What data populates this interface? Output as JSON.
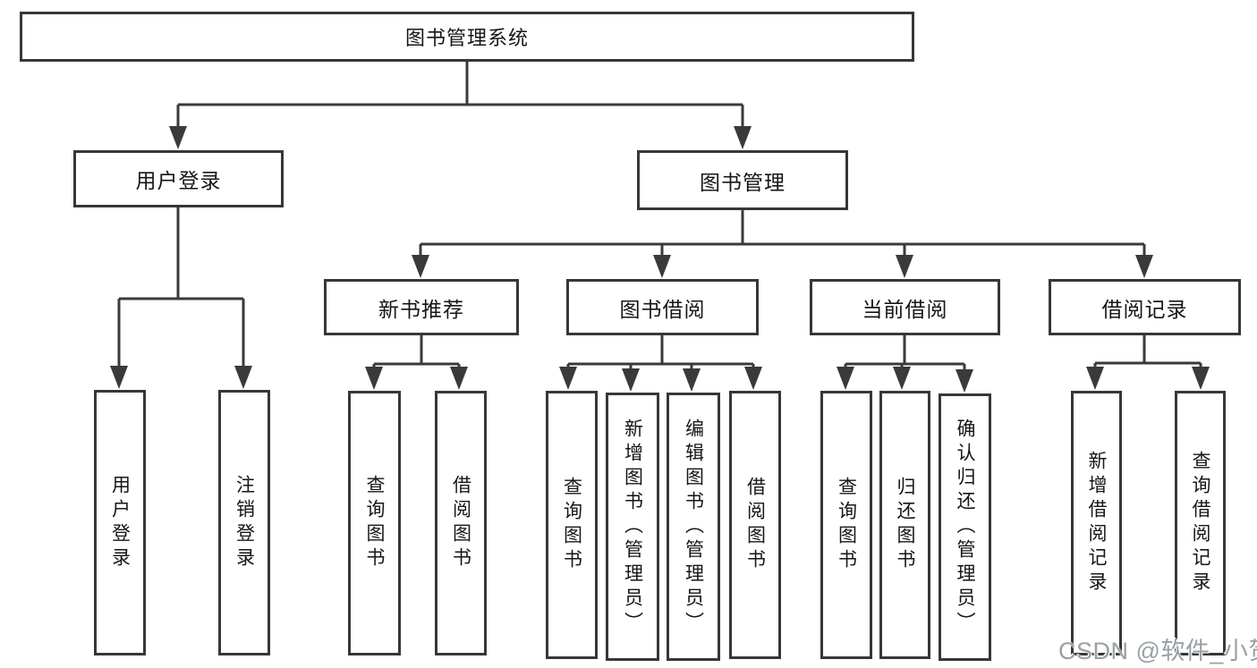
{
  "diagram_type": "function-structure-tree",
  "tree": {
    "label": "图书管理系统",
    "children": [
      {
        "label": "用户登录",
        "children": [
          {
            "label": "用户登录"
          },
          {
            "label": "注销登录"
          }
        ]
      },
      {
        "label": "图书管理",
        "children": [
          {
            "label": "新书推荐",
            "children": [
              {
                "label": "查询图书"
              },
              {
                "label": "借阅图书"
              }
            ]
          },
          {
            "label": "图书借阅",
            "children": [
              {
                "label": "查询图书"
              },
              {
                "label": "新增图书（管理员）"
              },
              {
                "label": "编辑图书（管理员）"
              },
              {
                "label": "借阅图书"
              }
            ]
          },
          {
            "label": "当前借阅",
            "children": [
              {
                "label": "查询图书"
              },
              {
                "label": "归还图书"
              },
              {
                "label": "确认归还（管理员）"
              }
            ]
          },
          {
            "label": "借阅记录",
            "children": [
              {
                "label": "新增借阅记录"
              },
              {
                "label": "查询借阅记录"
              }
            ]
          }
        ]
      }
    ]
  },
  "watermark": {
    "text": "CSDN @软件_小贺同学"
  },
  "colors": {
    "background": "#ffffff",
    "box_fill": "#ffffff",
    "box_border": "#373737",
    "connector_line": "#3a3a3a",
    "text": "#161616",
    "watermark_text": "#9aa0a4"
  }
}
